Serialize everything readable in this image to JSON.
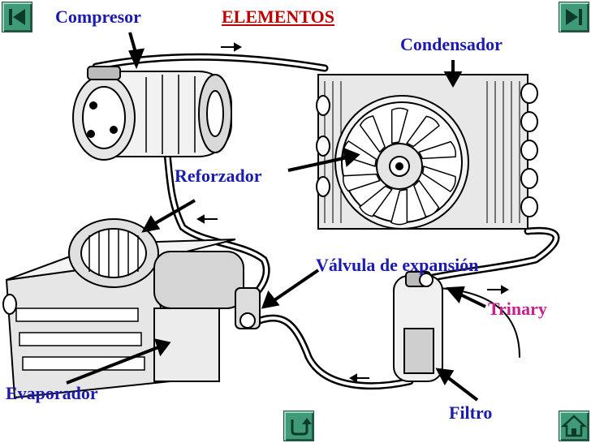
{
  "title": "ELEMENTOS",
  "components": {
    "compresor": "Compresor",
    "condensador": "Condensador",
    "reforzador": "Reforzador",
    "valvula": "Válvula de expansión",
    "trinary": "Trinary",
    "evaporador": "Evaporador",
    "filtro": "Filtro"
  },
  "colors": {
    "label_blue": "#1b1bb0",
    "title_red": "#c00000",
    "trinary_magenta": "#c8208c",
    "nav_green": "#3f9a78"
  },
  "navigation": {
    "first_icon": "first-slide-icon",
    "last_icon": "last-slide-icon",
    "return_icon": "return-icon",
    "home_icon": "home-icon"
  }
}
